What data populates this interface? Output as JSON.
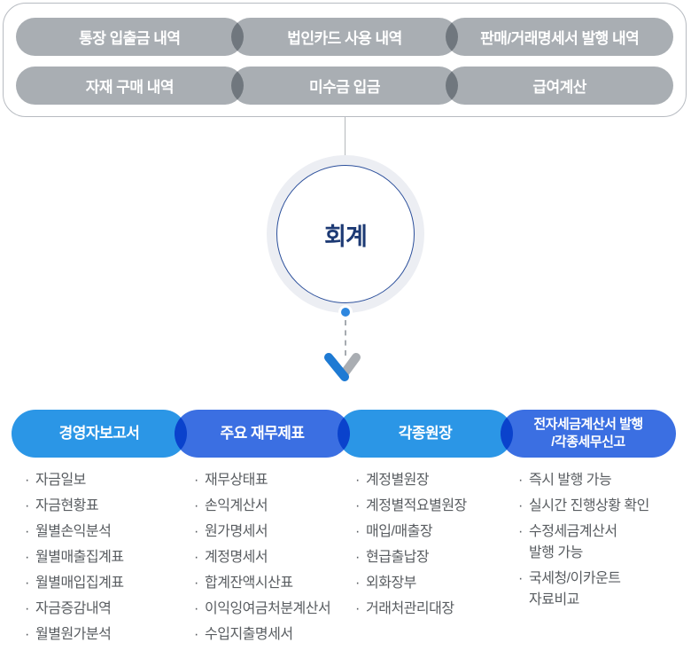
{
  "diagram_title": "회계 flow diagram",
  "input_panel": {
    "pill_color": "#a9aeb3",
    "border_color": "#b7bbc1",
    "rows": [
      [
        "통장 입출금 내역",
        "법인카드 사용 내역",
        "판매/거래명세서 발행 내역"
      ],
      [
        "자재 구매 내역",
        "미수금 입금",
        "급여계산"
      ]
    ]
  },
  "center": {
    "label": "회계",
    "label_color": "#1d3a74",
    "ring_color": "#eceef3",
    "stroke_color": "#2b4f9b",
    "dot_color": "#2e87df"
  },
  "arrow": {
    "blue": "#1e7ad3",
    "gray": "#a9adb2"
  },
  "list_bullet": "·",
  "list_text_color": "#595d61",
  "output_sections": [
    {
      "header_lines": [
        "경영자보고서"
      ],
      "color": "#2b96e6",
      "items": [
        [
          "자금일보"
        ],
        [
          "자금현황표"
        ],
        [
          "월별손익분석"
        ],
        [
          "월별매출집계표"
        ],
        [
          "월별매입집계표"
        ],
        [
          "자금증감내역"
        ],
        [
          "월별원가분석"
        ]
      ]
    },
    {
      "header_lines": [
        "주요 재무제표"
      ],
      "color": "#3b6fe2",
      "items": [
        [
          "재무상태표"
        ],
        [
          "손익계산서"
        ],
        [
          "원가명세서"
        ],
        [
          "계정명세서"
        ],
        [
          "합계잔액시산표"
        ],
        [
          "이익잉여금처분계산서"
        ],
        [
          "수입지출명세서"
        ]
      ]
    },
    {
      "header_lines": [
        "각종원장"
      ],
      "color": "#2b96e6",
      "items": [
        [
          "계정별원장"
        ],
        [
          "계정별적요별원장"
        ],
        [
          "매입/매출장"
        ],
        [
          "현급출납장"
        ],
        [
          "외화장부"
        ],
        [
          "거래처관리대장"
        ]
      ]
    },
    {
      "header_lines": [
        "전자세금계산서 발행",
        "/각종세무신고"
      ],
      "color": "#3b6fe2",
      "items": [
        [
          "즉시 발행 가능"
        ],
        [
          "실시간 진행상황 확인"
        ],
        [
          "수정세금계산서",
          "발행 가능"
        ],
        [
          "국세청/이카운트",
          "자료비교"
        ]
      ]
    }
  ]
}
